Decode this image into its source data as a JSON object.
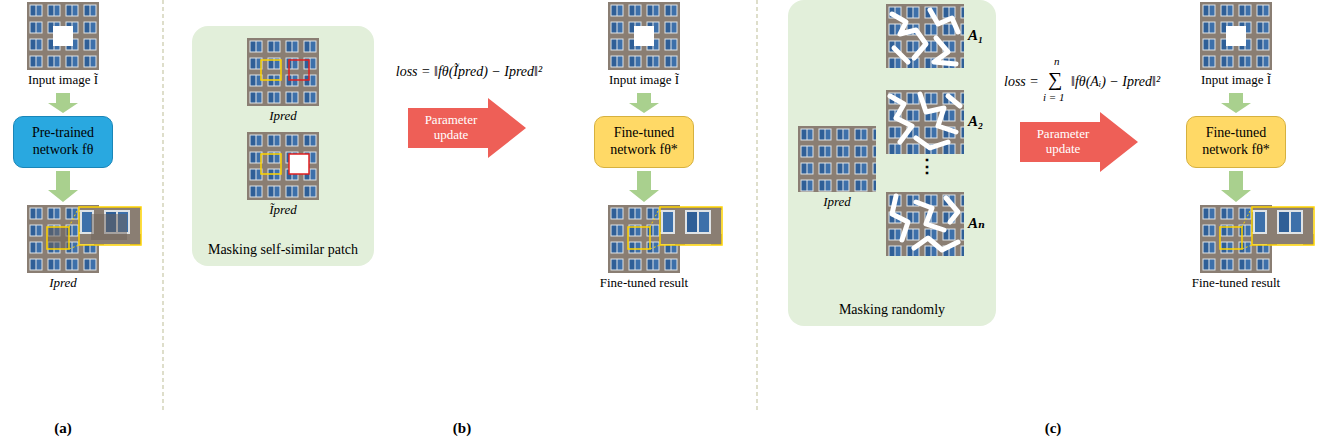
{
  "diagram": {
    "nodes": [
      {
        "text": [
          "Input image Ĩ"
        ]
      },
      {
        "text": [
          "Pre-trained network fθ"
        ]
      },
      {
        "text": [
          "Ipred"
        ]
      },
      {
        "text": [
          "Masking self-similar patch"
        ]
      },
      {
        "text": [
          "Ipred"
        ],
        "in": 3
      },
      {
        "text": [
          "Ĩpred"
        ],
        "in": 3
      },
      {
        "text": [
          "Parameter update"
        ]
      },
      {
        "text": [
          "Input image Ĩ"
        ]
      },
      {
        "text": [
          "Fine-tuned network fθ*"
        ]
      },
      {
        "text": [
          "Fine-tuned result"
        ]
      },
      {
        "text": [
          "Masking randomly"
        ]
      },
      {
        "text": [
          "Ipred"
        ],
        "in": 10
      },
      {
        "text": [
          "A₁"
        ],
        "in": 10
      },
      {
        "text": [
          "A₂"
        ],
        "in": 10
      },
      {
        "text": [
          "Aₙ"
        ],
        "in": 10
      },
      {
        "text": [
          "Parameter update"
        ]
      },
      {
        "text": [
          "Input image Ĩ"
        ]
      },
      {
        "text": [
          "Fine-tuned network fθ*"
        ]
      },
      {
        "text": [
          "Fine-tuned result"
        ]
      }
    ],
    "edges": [
      {
        "from": 0,
        "to": 1,
        "arrow": "to"
      },
      {
        "from": 1,
        "to": 2,
        "arrow": "to"
      },
      {
        "from": 7,
        "to": 8,
        "arrow": "to"
      },
      {
        "from": 8,
        "to": 9,
        "arrow": "to"
      },
      {
        "from": 16,
        "to": 17,
        "arrow": "to"
      },
      {
        "from": 17,
        "to": 18,
        "arrow": "to"
      }
    ],
    "labels": [
      "(a)",
      "loss = ‖fθ(Ĩpred) − Ipred‖²",
      "(b)",
      "loss =",
      "n",
      "∑",
      "i = 1",
      "‖fθ(Aᵢ) − Ipred‖²",
      "⋮",
      "(c)"
    ]
  }
}
